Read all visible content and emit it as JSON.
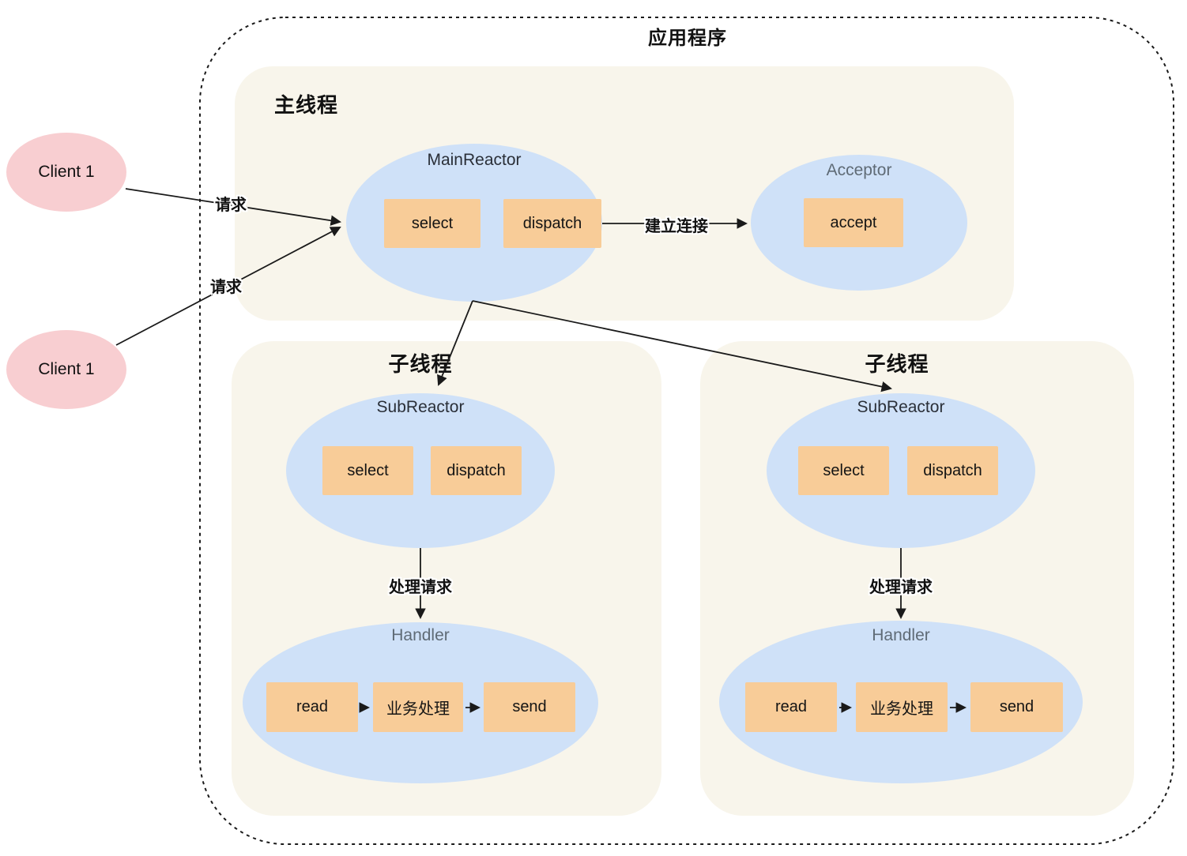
{
  "diagram": {
    "app_label": "应用程序",
    "clients": [
      {
        "label": "Client 1"
      },
      {
        "label": "Client 1"
      }
    ],
    "edge_labels": {
      "request_top": "请求",
      "request_bottom": "请求",
      "establish_connection": "建立连接",
      "handle_request_left": "处理请求",
      "handle_request_right": "处理请求"
    },
    "main_thread": {
      "label": "主线程",
      "main_reactor": {
        "title": "MainReactor",
        "ops": [
          "select",
          "dispatch"
        ]
      },
      "acceptor": {
        "title": "Acceptor",
        "ops": [
          "accept"
        ]
      }
    },
    "sub_threads": [
      {
        "label": "子线程",
        "sub_reactor": {
          "title": "SubReactor",
          "ops": [
            "select",
            "dispatch"
          ]
        },
        "handler": {
          "title": "Handler",
          "ops": [
            "read",
            "业务处理",
            "send"
          ]
        }
      },
      {
        "label": "子线程",
        "sub_reactor": {
          "title": "SubReactor",
          "ops": [
            "select",
            "dispatch"
          ]
        },
        "handler": {
          "title": "Handler",
          "ops": [
            "read",
            "业务处理",
            "send"
          ]
        }
      }
    ],
    "colors": {
      "container_bg": "#F8F5EB",
      "ellipse_bg": "#CFE1F8",
      "op_box_bg": "#F8CC98",
      "client_bg": "#F8CED1",
      "muted_label": "#5F6B76",
      "line": "#1A1A1A"
    }
  }
}
